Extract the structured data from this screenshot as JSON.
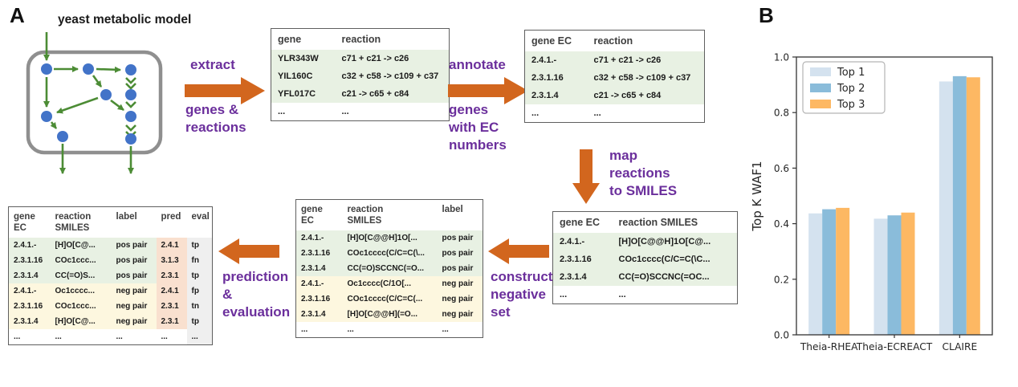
{
  "panel_a": {
    "label": "A",
    "model_title": "yeast metabolic model",
    "steps": {
      "extract": {
        "title": "extract",
        "subtitle": "genes &\nreactions"
      },
      "annotate": {
        "title": "annotate",
        "subtitle": "genes\nwith EC\nnumbers"
      },
      "map": {
        "title": "map\nreactions\nto SMILES"
      },
      "construct": {
        "title": "construct\nnegative\nset"
      },
      "predict": {
        "title": "prediction\n&\nevaluation"
      }
    },
    "tables": {
      "gene_reaction": {
        "columns": [
          "gene",
          "reaction"
        ],
        "rows": [
          {
            "cells": [
              "YLR343W",
              "c71 + c21 -> c26"
            ],
            "classes": [
              "green muted",
              "green"
            ]
          },
          {
            "cells": [
              "YIL160C",
              "c32 + c58 -> c109 + c37"
            ],
            "classes": [
              "green",
              "green"
            ]
          },
          {
            "cells": [
              "YFL017C",
              "c21 -> c65 + c84"
            ],
            "classes": [
              "green",
              "green"
            ]
          },
          {
            "cells": [
              "...",
              "..."
            ],
            "classes": [
              "",
              ""
            ]
          }
        ]
      },
      "ec_reaction": {
        "columns": [
          "gene EC",
          "reaction"
        ],
        "rows": [
          {
            "cells": [
              "2.4.1.-",
              "c71 + c21 -> c26"
            ],
            "classes": [
              "green muted",
              "green"
            ]
          },
          {
            "cells": [
              "2.3.1.16",
              "c32 + c58 -> c109 + c37"
            ],
            "classes": [
              "green",
              "green"
            ]
          },
          {
            "cells": [
              "2.3.1.4",
              "c21 -> c65 + c84"
            ],
            "classes": [
              "green",
              "green"
            ]
          },
          {
            "cells": [
              "...",
              "..."
            ],
            "classes": [
              "",
              ""
            ]
          }
        ]
      },
      "ec_smiles": {
        "columns": [
          "gene EC",
          "reaction SMILES"
        ],
        "rows": [
          {
            "cells": [
              "2.4.1.-",
              "[H]O[C@@H]1O[C@..."
            ],
            "classes": [
              "green muted",
              "green"
            ]
          },
          {
            "cells": [
              "2.3.1.16",
              "COc1cccc(C/C=C(\\C..."
            ],
            "classes": [
              "green",
              "green"
            ]
          },
          {
            "cells": [
              "2.3.1.4",
              "CC(=O)SCCNC(=OC..."
            ],
            "classes": [
              "green",
              "green"
            ]
          },
          {
            "cells": [
              "...",
              "..."
            ],
            "classes": [
              "",
              ""
            ]
          }
        ]
      },
      "ec_smiles_label": {
        "columns": [
          "gene\nEC",
          "reaction\nSMILES",
          "label"
        ],
        "rows": [
          {
            "cells": [
              "2.4.1.-",
              "[H]O[C@@H]1O[...",
              "pos pair"
            ],
            "classes": [
              "green muted",
              "green",
              "green"
            ]
          },
          {
            "cells": [
              "2.3.1.16",
              "COc1cccc(C/C=C(\\...",
              "pos pair"
            ],
            "classes": [
              "green",
              "green",
              "green"
            ]
          },
          {
            "cells": [
              "2.3.1.4",
              "CC(=O)SCCNC(=O...",
              "pos pair"
            ],
            "classes": [
              "green",
              "green",
              "green"
            ]
          },
          {
            "cells": [
              "2.4.1.-",
              "Oc1cccc(C/1O[...",
              "neg pair"
            ],
            "classes": [
              "yellow muted",
              "yellow",
              "yellow"
            ]
          },
          {
            "cells": [
              "2.3.1.16",
              "COc1cccc(C/C=C(...",
              "neg pair"
            ],
            "classes": [
              "yellow",
              "yellow",
              "yellow"
            ]
          },
          {
            "cells": [
              "2.3.1.4",
              "[H]O[C@@H](=O...",
              "neg pair"
            ],
            "classes": [
              "yellow",
              "yellow",
              "yellow"
            ]
          },
          {
            "cells": [
              "...",
              "...",
              "..."
            ],
            "classes": [
              "",
              "",
              ""
            ]
          }
        ]
      },
      "prediction": {
        "columns": [
          "gene\nEC",
          "reaction\nSMILES",
          "label",
          "pred",
          "eval"
        ],
        "rows": [
          {
            "cells": [
              "2.4.1.-",
              "[H]O[C@...",
              "pos pair",
              "2.4.1",
              "tp"
            ],
            "classes": [
              "green muted",
              "green",
              "green",
              "salmon",
              "gray"
            ]
          },
          {
            "cells": [
              "2.3.1.16",
              "COc1ccc...",
              "pos pair",
              "3.1.3",
              "fn"
            ],
            "classes": [
              "green",
              "green",
              "green",
              "salmon",
              "gray"
            ]
          },
          {
            "cells": [
              "2.3.1.4",
              "CC(=O)S...",
              "pos pair",
              "2.3.1",
              "tp"
            ],
            "classes": [
              "green",
              "green",
              "green",
              "salmon",
              "gray"
            ]
          },
          {
            "cells": [
              "2.4.1.-",
              "Oc1cccc...",
              "neg pair",
              "2.4.1",
              "fp"
            ],
            "classes": [
              "yellow muted",
              "yellow",
              "yellow",
              "salmon",
              "gray"
            ]
          },
          {
            "cells": [
              "2.3.1.16",
              "COc1ccc...",
              "neg pair",
              "2.3.1",
              "tn"
            ],
            "classes": [
              "yellow",
              "yellow",
              "yellow",
              "salmon",
              "gray"
            ]
          },
          {
            "cells": [
              "2.3.1.4",
              "[H]O[C@...",
              "neg pair",
              "2.3.1",
              "tp"
            ],
            "classes": [
              "yellow",
              "yellow",
              "yellow",
              "salmon",
              "gray"
            ]
          },
          {
            "cells": [
              "...",
              "...",
              "...",
              "...",
              "..."
            ],
            "classes": [
              "",
              "",
              "",
              "",
              "gray"
            ]
          }
        ]
      }
    }
  },
  "panel_b": {
    "label": "B"
  },
  "chart_data": {
    "type": "bar",
    "title": "",
    "categories": [
      "Theia-RHEA",
      "Theia-ECREACT",
      "CLAIRE"
    ],
    "series": [
      {
        "name": "Top 1",
        "color": "#d4e2ef",
        "values": [
          0.437,
          0.418,
          0.912
        ]
      },
      {
        "name": "Top 2",
        "color": "#8abcda",
        "values": [
          0.452,
          0.43,
          0.931
        ]
      },
      {
        "name": "Top 3",
        "color": "#fdb863",
        "values": [
          0.457,
          0.44,
          0.927
        ]
      }
    ],
    "xlabel": "",
    "ylabel": "Top K WAF1",
    "ylim": [
      0.0,
      1.0
    ],
    "yticks": [
      0.0,
      0.2,
      0.4,
      0.6,
      0.8,
      1.0
    ],
    "legend_position": "upper left",
    "grid": false
  },
  "colors": {
    "arrow_orange": "#d2661e",
    "step_purple": "#6b2f9c",
    "node_blue": "#4273c8",
    "edge_green": "#4c8c35",
    "row_green": "#e8f1e3",
    "row_yellow": "#fdf7df",
    "pred_salmon": "#f9e0cf",
    "eval_gray": "#efefef"
  }
}
